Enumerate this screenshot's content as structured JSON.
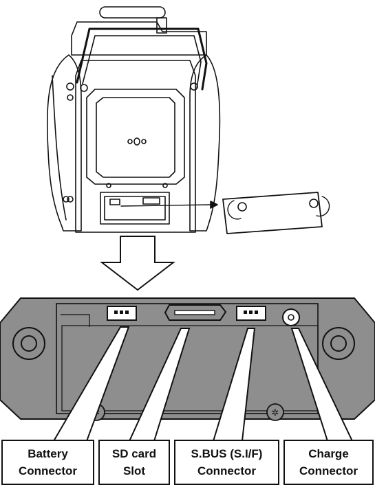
{
  "labels": [
    {
      "line1": "Battery",
      "line2": "Connector"
    },
    {
      "line1": "SD card",
      "line2": "Slot"
    },
    {
      "line1": "S.BUS (S.I/F)",
      "line2": "Connector"
    },
    {
      "line1": "Charge",
      "line2": "Connector"
    }
  ],
  "colors": {
    "panel": "#8e8e8e",
    "stroke": "#111111",
    "background": "#ffffff"
  }
}
